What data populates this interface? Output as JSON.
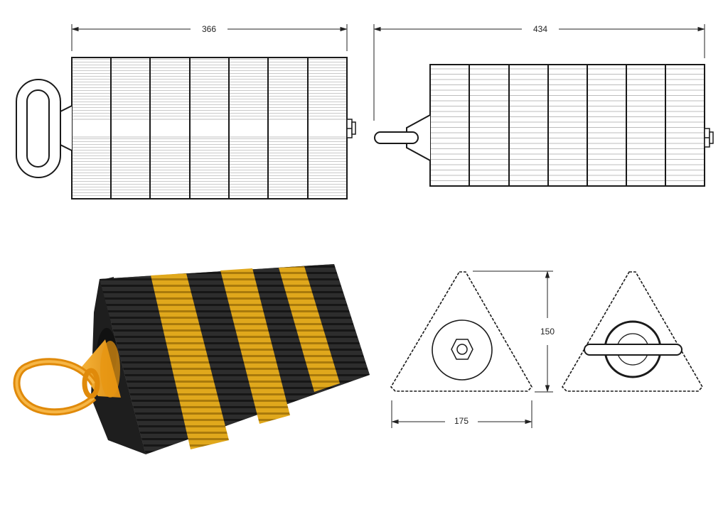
{
  "diagram": {
    "subject": "Wheel chock technical drawing",
    "views": [
      {
        "id": "top-view-left",
        "label": "top view with oval handle"
      },
      {
        "id": "top-view-right",
        "label": "top view with bar handle"
      },
      {
        "id": "render-3d",
        "label": "3D render black/yellow striped chock"
      },
      {
        "id": "end-view-left",
        "label": "end view with hex bolt"
      },
      {
        "id": "end-view-right",
        "label": "end view with bar handle"
      }
    ],
    "dimensions": {
      "length_short": "366",
      "length_overall": "434",
      "height": "150",
      "width": "175"
    },
    "segments_per_view": 7,
    "colors": {
      "line": "#1a1a1a",
      "hatch": "#bdbdbd",
      "rubber_black": "#2b2b2b",
      "stripe_yellow": "#e0a81c",
      "handle_orange": "#f0a020"
    }
  }
}
